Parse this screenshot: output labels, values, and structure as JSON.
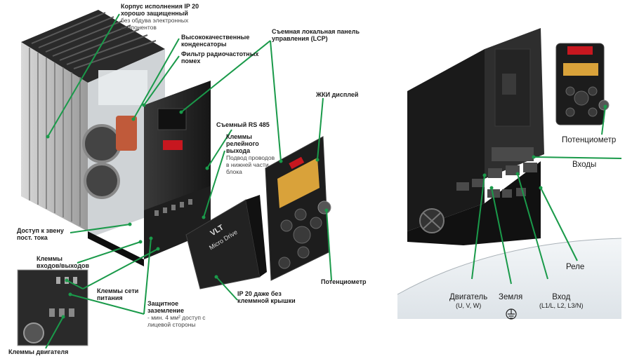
{
  "left": {
    "callouts": {
      "housing": {
        "title": "Корпус исполнения IP 20\nхорошо защищенный",
        "note": "без обдува электронных\nкомпонентов"
      },
      "capacitors": {
        "title": "Высококачественные\nконденсаторы"
      },
      "rfi_filter": {
        "title": "Фильтр радиочастотных\nпомех"
      },
      "lcp": {
        "title": "Съемная локальная панель\nуправления (LCP)"
      },
      "lcd": {
        "title": "ЖКИ дисплей"
      },
      "rs485": {
        "title": "Съемный RS 485"
      },
      "relay": {
        "title": "Клеммы\nрелейного\nвыхода",
        "note": "Подвод проводов\nв нижней части\nблока"
      },
      "dc_link": {
        "title": "Доступ к звену\nпост. тока"
      },
      "io": {
        "title": "Клеммы\nвходов/выходов"
      },
      "mains": {
        "title": "Клеммы сети\nпитания"
      },
      "earth": {
        "title": "Защитное\nзаземление",
        "note": "- мин. 4 мм² доступ с\nлицевой стороны"
      },
      "ip20_cover": {
        "title": "IP 20 даже без\nклеммной крышки"
      },
      "pot": {
        "title": "Потенциометр"
      },
      "motor": {
        "title": "Клеммы двигателя"
      }
    },
    "cover_brand": "VLT",
    "cover_model": "Micro Drive"
  },
  "right": {
    "potentiometer": "Потенциометр",
    "inputs": "Входы",
    "relay": "Реле",
    "motor": {
      "label": "Двигатель",
      "sub": "(U, V, W)"
    },
    "earth": {
      "label": "Земля"
    },
    "input": {
      "label": "Вход",
      "sub": "(L1/L, L2, L3/N)"
    }
  },
  "colors": {
    "leader": "#1a9a4a",
    "device": "#2b2b2b",
    "device_dark": "#151515",
    "floor": "#e6ebef"
  }
}
